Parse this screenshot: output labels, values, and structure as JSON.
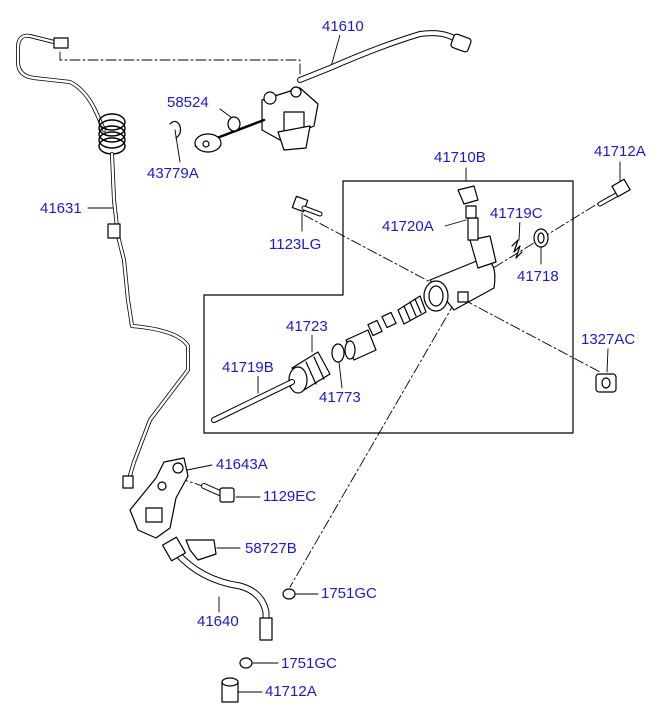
{
  "colors": {
    "label": "#1a1acc",
    "line": "#000000",
    "part_fill": "#ffffff",
    "part_shade": "#d9d9d9"
  },
  "callouts": {
    "c41610": "41610",
    "c58524": "58524",
    "c43779A": "43779A",
    "c41631": "41631",
    "c41710B": "41710B",
    "c41712A_top": "41712A",
    "c1123LG": "1123LG",
    "c41720A": "41720A",
    "c41719C": "41719C",
    "c41718": "41718",
    "c41723": "41723",
    "c41719B": "41719B",
    "c41773": "41773",
    "c1327AC": "1327AC",
    "c41643A": "41643A",
    "c1129EC": "1129EC",
    "c58727B": "58727B",
    "c1751GC_upper": "1751GC",
    "c41640": "41640",
    "c1751GC_lower": "1751GC",
    "c41712A_bottom": "41712A"
  }
}
